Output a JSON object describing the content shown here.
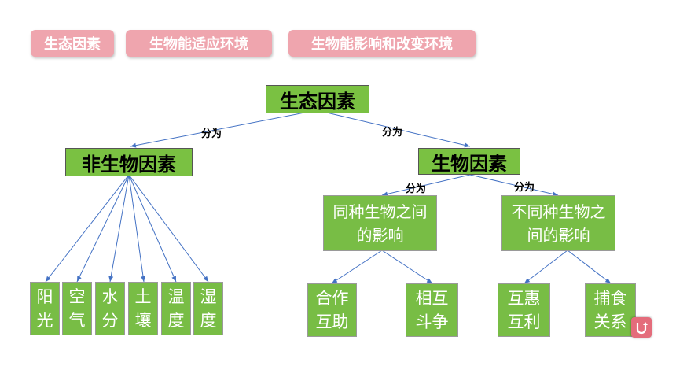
{
  "tabs": [
    "生态因素",
    "生物能适应环境",
    "生物能影响和改变环境"
  ],
  "root": "生态因素",
  "abiotic": "非生物因素",
  "biotic": "生物因素",
  "edge_label": "分为",
  "same_species": "同种生物之间的影响",
  "diff_species": "不同种生物之间的影响",
  "abiotic_leaves": [
    [
      "阳",
      "光"
    ],
    [
      "空",
      "气"
    ],
    [
      "水",
      "分"
    ],
    [
      "土",
      "壤"
    ],
    [
      "温",
      "度"
    ],
    [
      "湿",
      "度"
    ]
  ],
  "same_leaves": [
    [
      "合作",
      "互助"
    ],
    [
      "相互",
      "斗争"
    ]
  ],
  "diff_leaves": [
    [
      "互惠",
      "互利"
    ],
    [
      "捕食",
      "关系"
    ]
  ],
  "colors": {
    "tab": "#efa5ae",
    "node": "#78bd45",
    "line": "#4472c4",
    "back": "#e46c7b"
  },
  "back_icon": "u-turn-icon"
}
